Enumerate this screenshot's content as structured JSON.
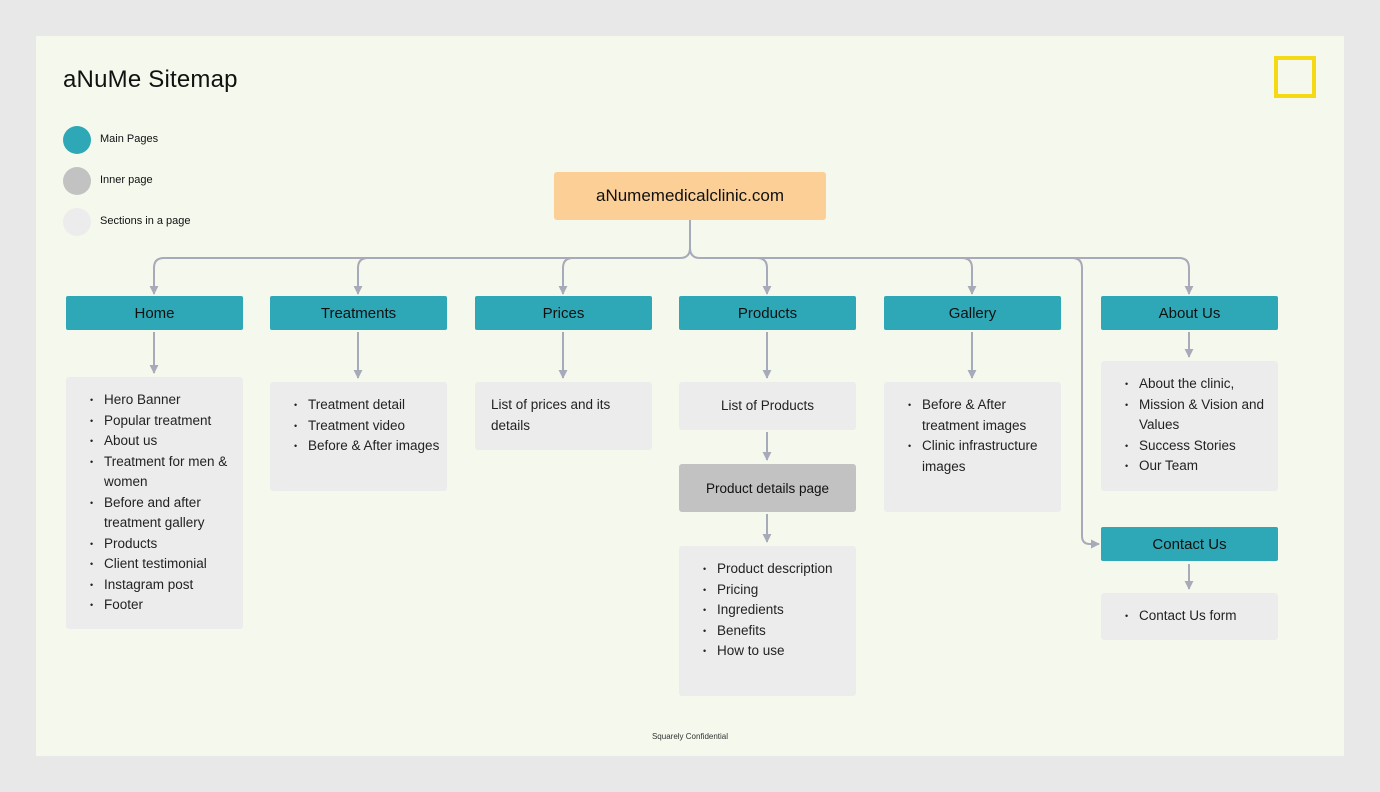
{
  "title": "aNuMe Sitemap",
  "legend": [
    {
      "label": "Main Pages",
      "color": "#2ea8b6"
    },
    {
      "label": "Inner page",
      "color": "#c2c2c2"
    },
    {
      "label": "Sections in a page",
      "color": "#ececec"
    }
  ],
  "root": {
    "label": "aNumemedicalclinic.com"
  },
  "pages": {
    "home": {
      "label": "Home",
      "sections": [
        "Hero Banner",
        "Popular treatment",
        "About us",
        "Treatment for men & women",
        "Before and after treatment gallery",
        "Products",
        "Client testimonial",
        "Instagram post",
        "Footer"
      ]
    },
    "treatments": {
      "label": "Treatments",
      "sections": [
        "Treatment detail",
        "Treatment video",
        "Before & After images"
      ]
    },
    "prices": {
      "label": "Prices",
      "text": "List of prices and its details"
    },
    "products": {
      "label": "Products",
      "text": "List of Products",
      "inner": "Product details page",
      "sections": [
        "Product description",
        "Pricing",
        "Ingredients",
        "Benefits",
        "How to use"
      ]
    },
    "gallery": {
      "label": "Gallery",
      "sections": [
        "Before & After treatment images",
        "Clinic infrastructure images"
      ]
    },
    "about": {
      "label": "About Us",
      "sections": [
        "About the clinic,",
        "Mission & Vision and Values",
        "Success Stories",
        "Our Team"
      ]
    },
    "contact": {
      "label": "Contact Us",
      "sections": [
        "Contact Us form"
      ]
    }
  },
  "footer": "Squarely Confidential",
  "colors": {
    "main": "#2ea8b6",
    "root": "#fbcf95",
    "inner": "#c2c2c2",
    "section": "#ececec",
    "connector": "#a7aab8",
    "logo": "#f4d914"
  }
}
